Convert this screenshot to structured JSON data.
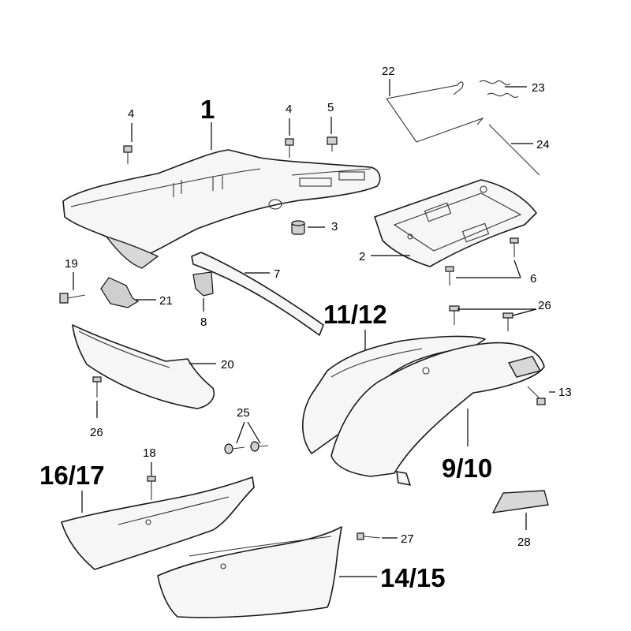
{
  "labels": {
    "p1": "1",
    "p2": "2",
    "p3": "3",
    "p4a": "4",
    "p4b": "4",
    "p5": "5",
    "p6": "6",
    "p7": "7",
    "p8": "8",
    "p9_10": "9/10",
    "p11_12": "11/12",
    "p13": "13",
    "p14_15": "14/15",
    "p16_17": "16/17",
    "p18": "18",
    "p19": "19",
    "p20": "20",
    "p21": "21",
    "p22": "22",
    "p23": "23",
    "p24": "24",
    "p25": "25",
    "p26a": "26",
    "p26b": "26",
    "p27": "27",
    "p28": "28"
  },
  "colors": {
    "line": "#1a1a1a",
    "fill": "#f6f6f6",
    "background": "#ffffff"
  }
}
